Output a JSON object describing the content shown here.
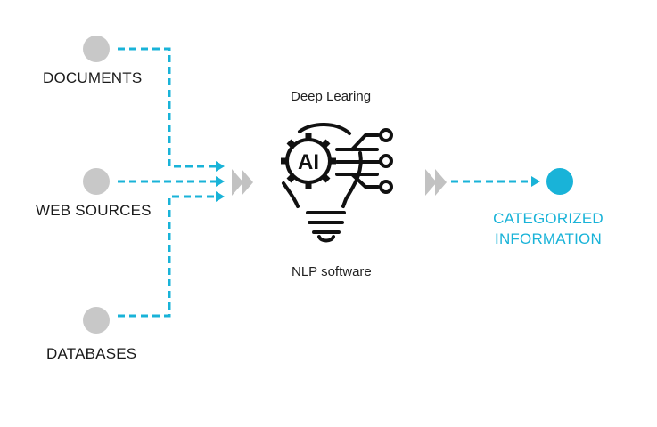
{
  "sources": [
    {
      "label": "DOCUMENTS"
    },
    {
      "label": "WEB SOURCES"
    },
    {
      "label": "DATABASES"
    }
  ],
  "ai": {
    "top_label": "Deep Learing",
    "bottom_label": "NLP software",
    "icon_text": "AI",
    "icon": "ai-lightbulb-icon"
  },
  "output": {
    "line1": "CATEGORIZED",
    "line2": "INFORMATION"
  },
  "colors": {
    "accent": "#19b3d8",
    "node_gray": "#c8c8c8",
    "arrow_gray": "#c2c2c2",
    "icon_stroke": "#111111"
  }
}
